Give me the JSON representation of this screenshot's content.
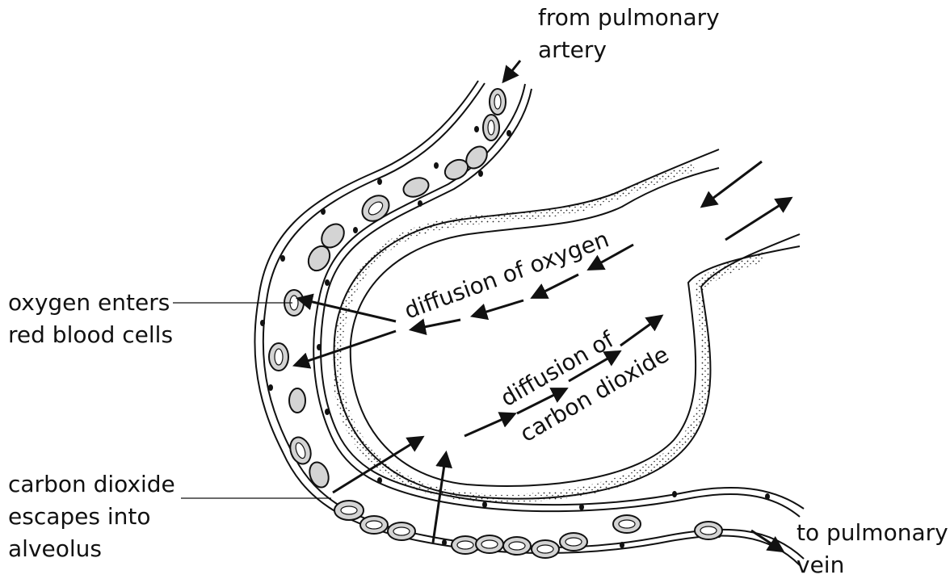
{
  "labels": {
    "from_artery": [
      "from pulmonary",
      "artery"
    ],
    "oxygen_enters": [
      "oxygen enters",
      "red blood cells"
    ],
    "co2_escapes": [
      "carbon dioxide",
      "escapes into",
      "alveolus"
    ],
    "to_vein": [
      "to pulmonary",
      "vein"
    ],
    "diffusion_oxygen": "diffusion of oxygen",
    "diffusion_co2": [
      "diffusion of",
      "carbon dioxide"
    ]
  },
  "colors": {
    "ink": "#111111",
    "cell_fill": "#d4d4d4",
    "background": "#ffffff"
  }
}
